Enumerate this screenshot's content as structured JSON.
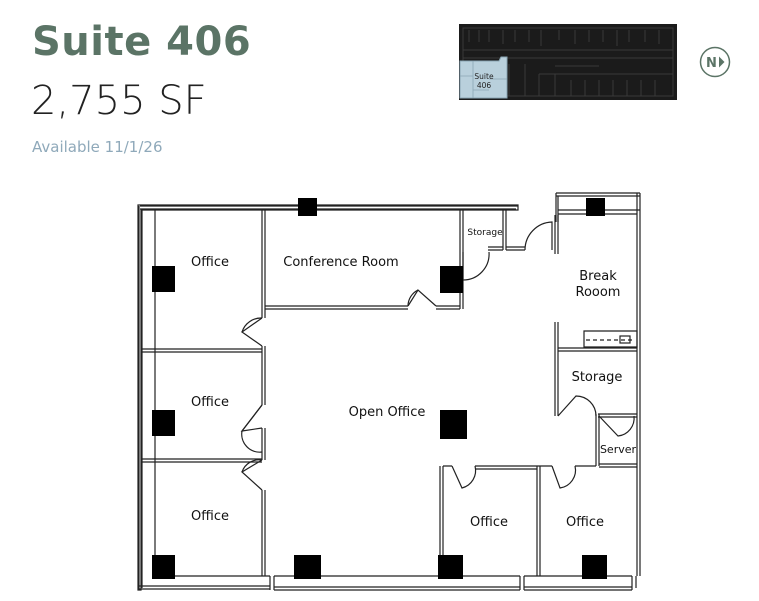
{
  "header": {
    "suite_title": "Suite 406",
    "square_feet": "2,755 SF",
    "availability": "Available 11/1/26"
  },
  "keyplan": {
    "highlight_label_line1": "Suite",
    "highlight_label_line2": "406",
    "highlight_color": "#b9d0dc",
    "background_color": "#1b1b1b"
  },
  "north_indicator": {
    "icon": "north-arrow-icon",
    "label": "N",
    "color": "#5b7466"
  },
  "floorplan": {
    "rooms": [
      {
        "label": "Office"
      },
      {
        "label": "Conference Room"
      },
      {
        "label": "Storage"
      },
      {
        "label": "Break"
      },
      {
        "label": "Rooom"
      },
      {
        "label": "Office"
      },
      {
        "label": "Open Office"
      },
      {
        "label": "Storage"
      },
      {
        "label": "Server"
      },
      {
        "label": "Office"
      },
      {
        "label": "Office"
      },
      {
        "label": "Office"
      }
    ]
  },
  "colors": {
    "title": "#5b7466",
    "availability": "#8fa9ba",
    "wall": "#222222",
    "column": "#000000"
  }
}
